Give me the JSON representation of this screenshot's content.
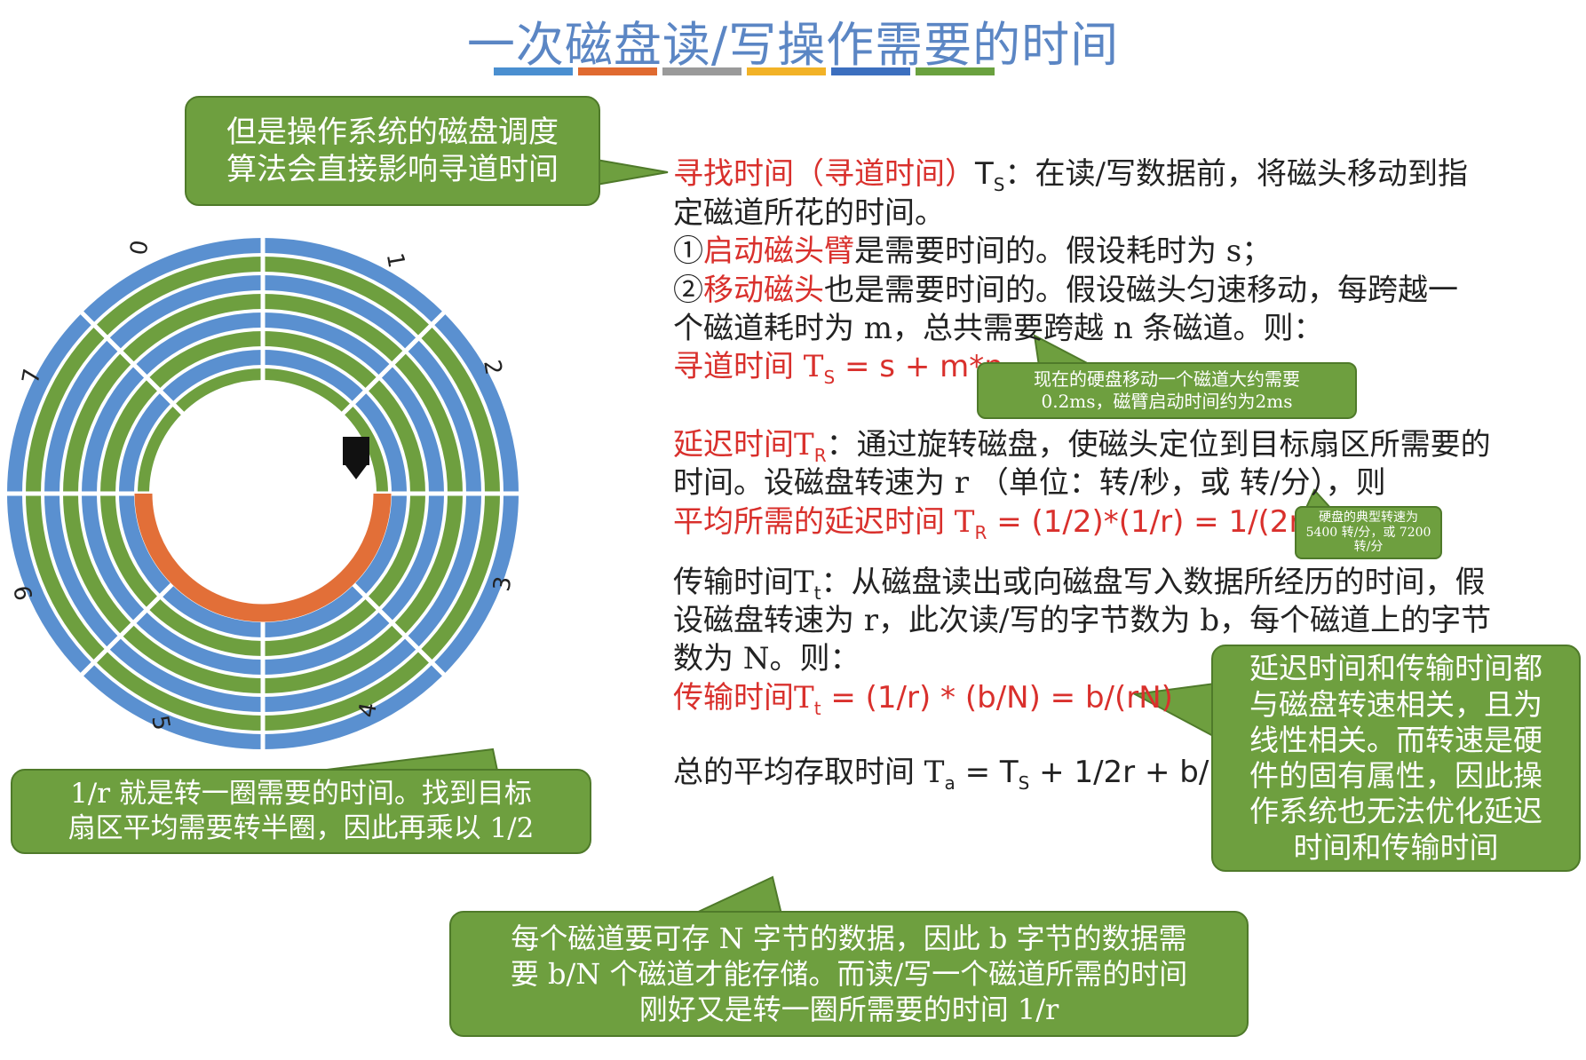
{
  "title": "一次磁盘读/写操作需要的时间",
  "colors": {
    "title": "#5b86c4",
    "bars": [
      "#4a8fd0",
      "#e06a30",
      "#9a9a9a",
      "#f2b227",
      "#3c6fbf",
      "#6aa13f"
    ],
    "track_blue": "#5a90d0",
    "track_green": "#6e9f3f",
    "arc_orange": "#e26f38",
    "bubble_green": "#6e9f3f",
    "red_text": "#d9302c"
  },
  "disk": {
    "sector_labels": [
      "0",
      "1",
      "2",
      "3",
      "4",
      "5",
      "6",
      "7"
    ],
    "head_icon": "disk-head-arrow-icon"
  },
  "bubbles": {
    "scheduling": [
      "但是操作系统的磁盘调度",
      "算法会直接影响寻道时间"
    ],
    "seek_note": [
      "现在的硬盘移动一个磁道大约需要",
      "0.2ms，磁臂启动时间约为2ms"
    ],
    "rpm_note": [
      "硬盘的典型转速为",
      "5400 转/分，或 7200",
      "转/分"
    ],
    "latency_linear": [
      "延迟时间和传输时间都",
      "与磁盘转速相关，且为",
      "线性相关。而转速是硬",
      "件的固有属性，因此操",
      "作系统也无法优化延迟",
      "时间和传输时间"
    ],
    "half_turn": [
      "1/r 就是转一圈需要的时间。找到目标",
      "扇区平均需要转半圈，因此再乘以 1/2"
    ],
    "track_count": [
      "每个磁道要可存 N 字节的数据，因此 b 字节的数据需",
      "要 b/N 个磁道才能存储。而读/写一个磁道所需的时间",
      "刚好又是转一圈所需要的时间 1/r"
    ]
  },
  "seek": {
    "heading": "寻找时间（寻道时间）",
    "symbol": "T",
    "sub": "S",
    "desc1": "：在读/写数据前，将磁头移动到指",
    "desc2": "定磁道所花的时间。",
    "item1_num": "①",
    "item1_red": "启动磁头臂",
    "item1_rest": "是需要时间的。假设耗时为 s；",
    "item2_num": "②",
    "item2_red": "移动磁头",
    "item2_rest": "也是需要时间的。假设磁头匀速移动，每跨越一",
    "item2_line2": "个磁道耗时为 m，总共需要跨越 n 条磁道。则：",
    "formula_label": "寻道时间 T",
    "formula_sub": "S",
    "formula_rest": " = s + m*n"
  },
  "latency": {
    "heading": "延迟时间T",
    "sub": "R",
    "desc1": "：通过旋转磁盘，使磁头定位到目标扇区所需要的",
    "desc2": "时间。设磁盘转速为 r （单位：转/秒，或 转/分），则",
    "formula_label": "平均所需的延迟时间 T",
    "formula_sub": "R",
    "formula_rest": " = (1/2)*(1/r) = 1/(2r)"
  },
  "transfer": {
    "heading": "传输时间T",
    "sub": "t",
    "desc1": "：从磁盘读出或向磁盘写入数据所经历的时间，假",
    "desc2": "设磁盘转速为 r，此次读/写的字节数为 b，每个磁道上的字节",
    "desc3": "数为 N。则：",
    "formula_label": "传输时间T",
    "formula_sub": "t",
    "formula_rest": " = (1/r) * (b/N) = b/(rN)"
  },
  "total": {
    "label": "总的平均存取时间 T",
    "sub_a": "a",
    "mid": " = T",
    "sub_s": "S",
    "rest": " + 1/2r + b/(rN)"
  }
}
